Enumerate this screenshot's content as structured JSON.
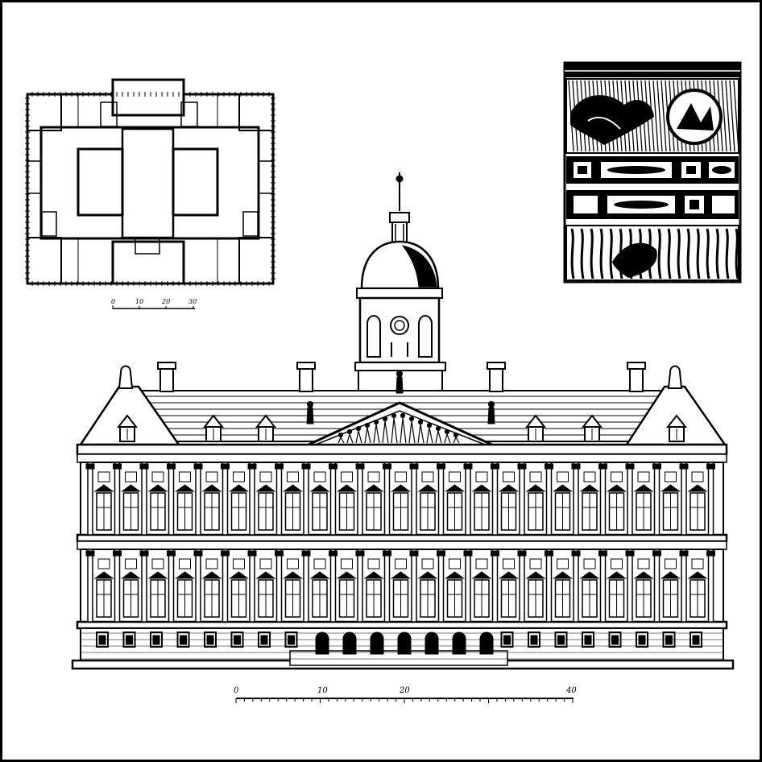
{
  "plan_scale": {
    "ticks": [
      "0",
      "10",
      "20",
      "30"
    ]
  },
  "elevation_scale": {
    "ticks": [
      "0",
      "10",
      "20",
      "40"
    ]
  },
  "colors": {
    "ink": "#000000",
    "paper": "#ffffff"
  }
}
